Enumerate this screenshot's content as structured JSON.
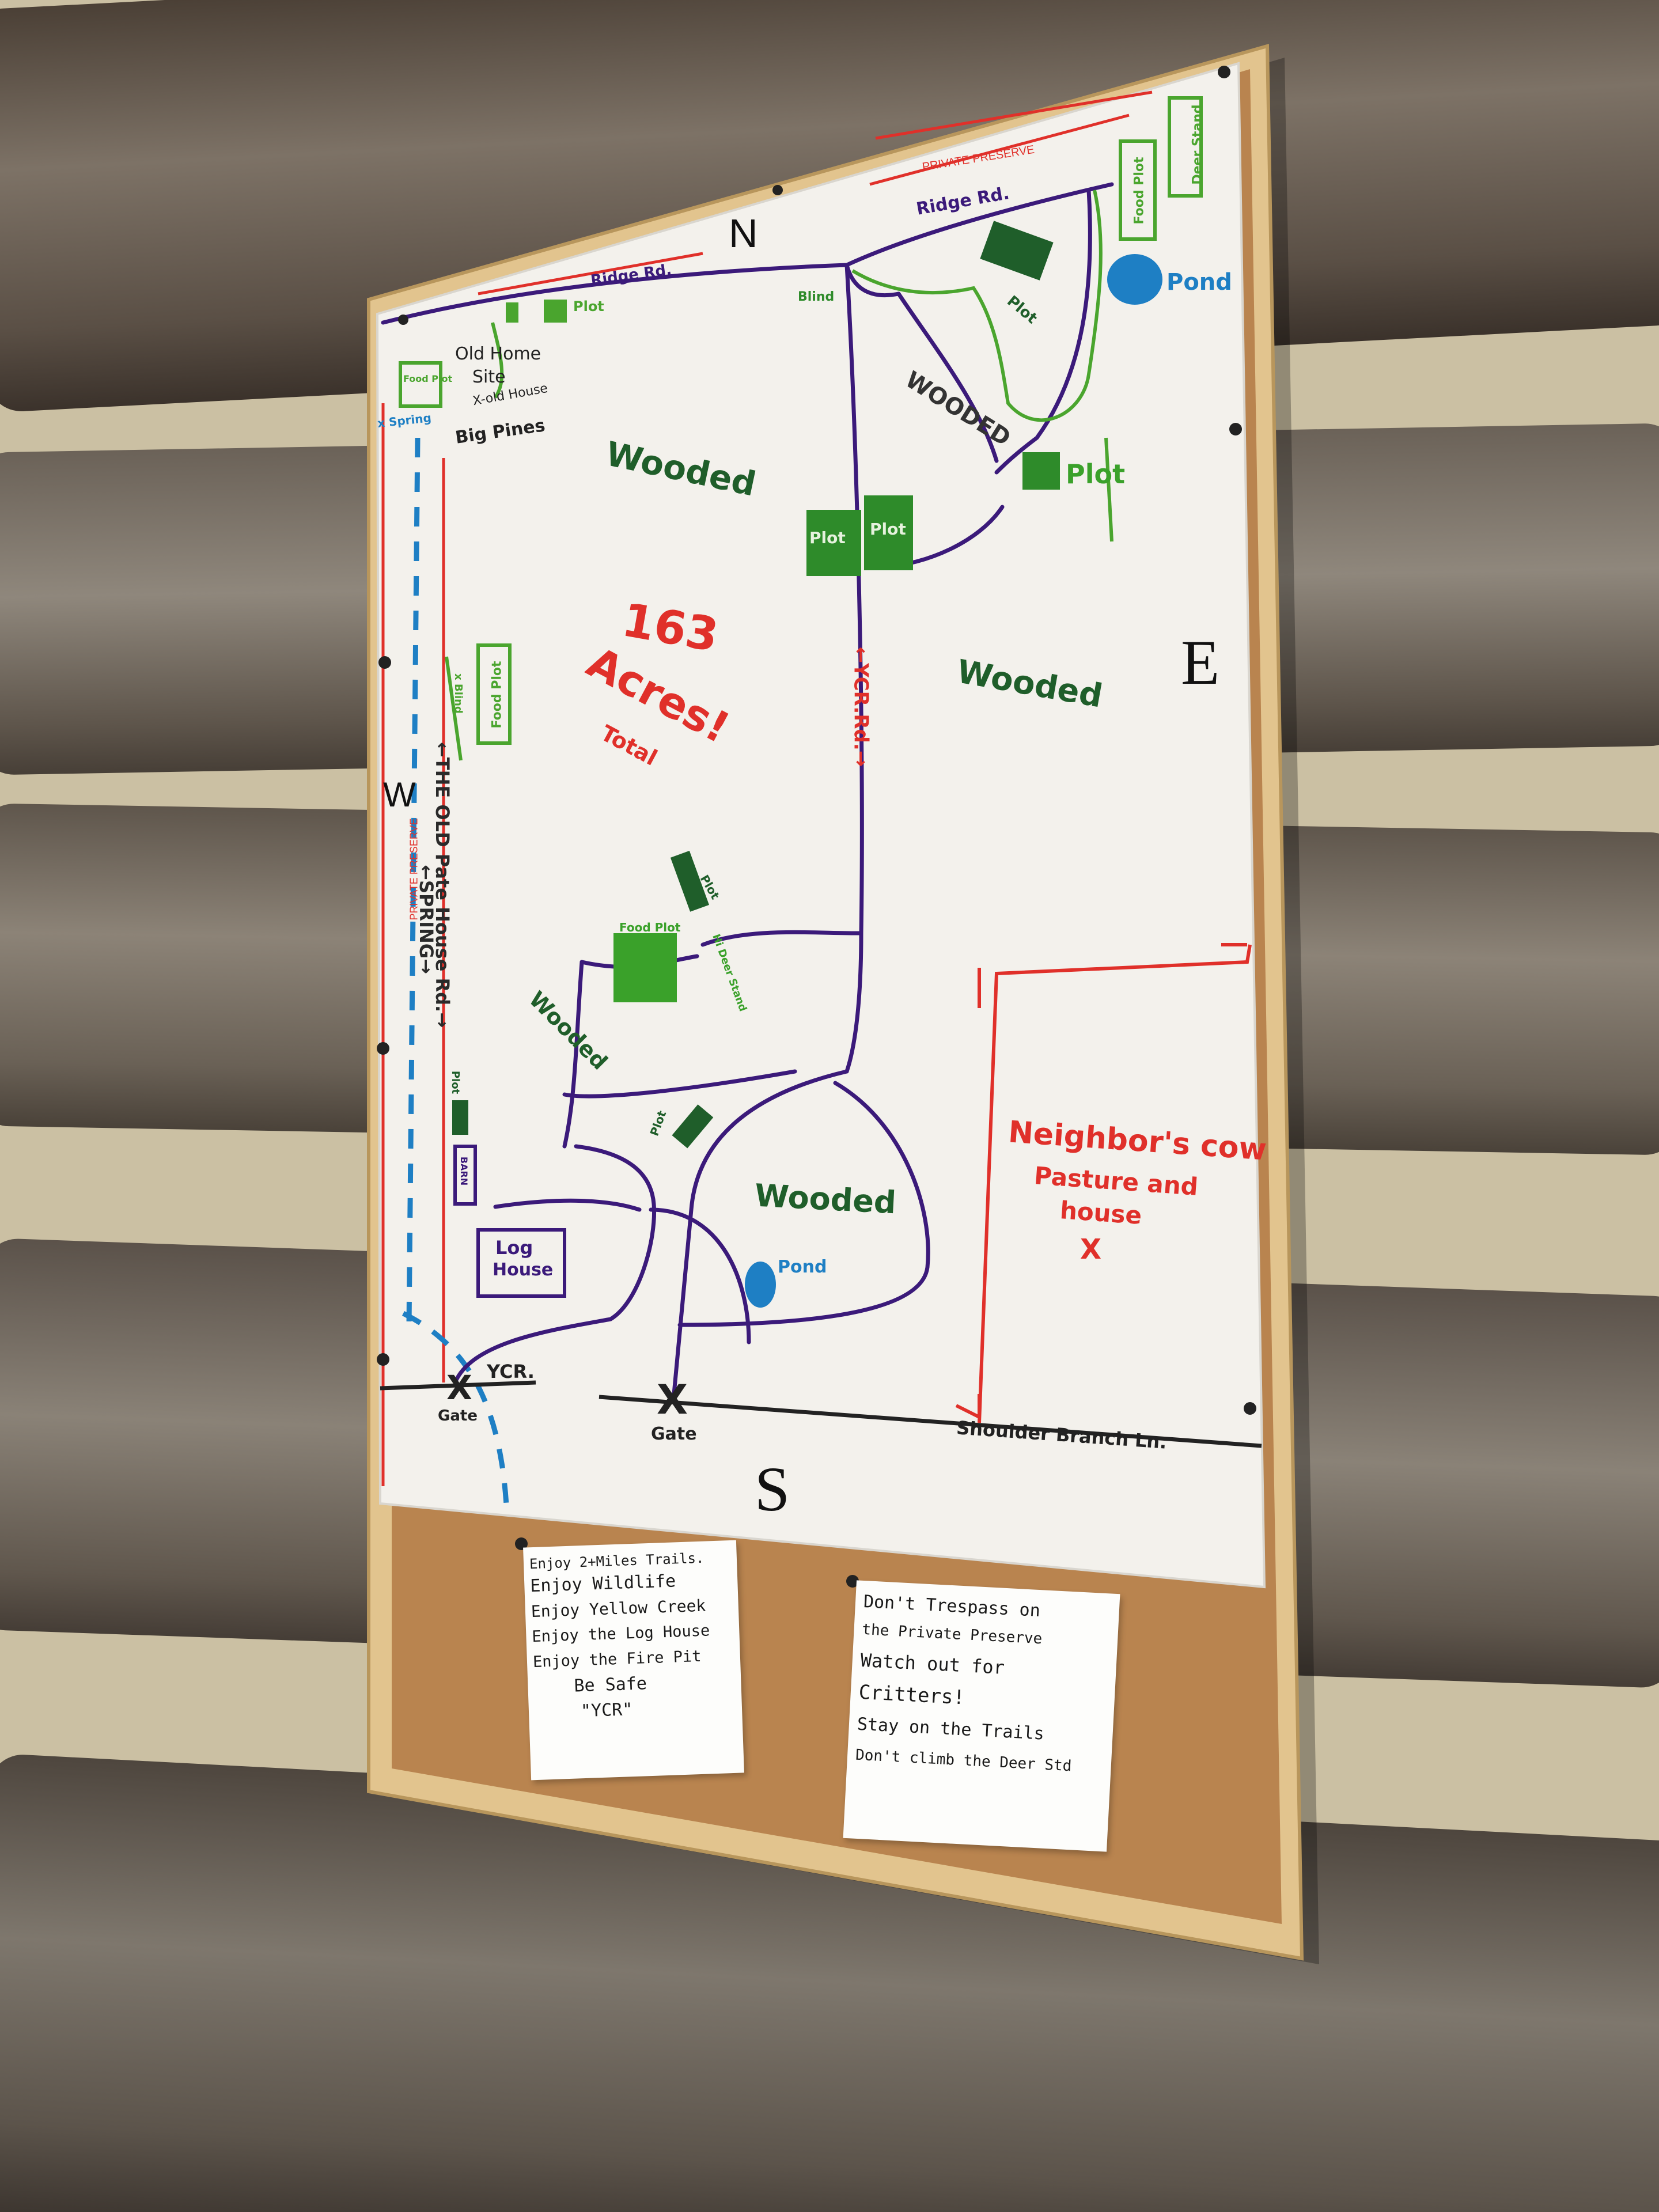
{
  "compass": {
    "north": "N",
    "south": "S",
    "east": "E",
    "west": "W"
  },
  "boundary": {
    "private_preserve": "PRIVATE PRESERVE"
  },
  "roads": {
    "ridge_rd_north": "Ridge Rd.",
    "ridge_rd_west": "Ridge Rd.",
    "ycr_rd": "←YCR.Rd.→",
    "old_pate_house_rd": "←THE OLD Pate House Rd.→",
    "spring_trail": "←SPRING→",
    "shoulder_branch_ln": "Shoulder Branch Ln.",
    "ycr_gate": "YCR."
  },
  "acreage": {
    "number": "163",
    "acres": "Acres!",
    "total": "Total"
  },
  "areas": {
    "wooded_nw": "Wooded",
    "wooded_ne": "WOODED",
    "wooded_e": "Wooded",
    "wooded_sw": "Wooded",
    "wooded_s": "Wooded",
    "old_home_site": "Old Home",
    "old_home_site_2": "Site",
    "old_house": "X-old House",
    "big_pines": "Big Pines",
    "spring": "x Spring",
    "neighbor_line1": "Neighbor's cow",
    "neighbor_line2": "Pasture and",
    "neighbor_line3": "house",
    "neighbor_x": "X"
  },
  "plots": {
    "food_plot_nw": "Food Plot",
    "plot_nw": "Plot",
    "plot_ne": "Plot",
    "plot_center_1": "Plot",
    "plot_center_2": "Plot",
    "plot_east": "Plot",
    "food_plot_ne": "Food Plot",
    "deer_stand_ne": "Deer Stand",
    "food_plot_west": "Food Plot",
    "food_plot_center": "Food Plot",
    "plot_center_s": "Plot",
    "plot_south": "Plot",
    "plot_west_small": "Plot",
    "deer_stand_center": "Hi Deer Stand",
    "blind_north": "Blind",
    "blind_west": "x Blind"
  },
  "structures": {
    "barn": "BARN",
    "log_house_1": "Log",
    "log_house_2": "House",
    "pond_ne": "Pond",
    "pond_s": "Pond",
    "gate_west": "Gate",
    "gate_south": "Gate",
    "gate_x": "X"
  },
  "note_left": [
    "Enjoy 2+Miles Trails.",
    "Enjoy Wildlife",
    "Enjoy Yellow Creek",
    "Enjoy the Log House",
    "Enjoy the Fire Pit",
    "Be Safe",
    "\"YCR\""
  ],
  "note_right": [
    "Don't Trespass on",
    "the Private Preserve",
    "Watch out for",
    "Critters!",
    "Stay on the Trails",
    "Don't climb the Deer Std"
  ],
  "colors": {
    "green": "#2f8f2a",
    "dark_green": "#1f5e2a",
    "purple": "#3b1a7a",
    "red": "#e0302a",
    "blue": "#1e7fc4",
    "cork": "#b9844f",
    "frame": "#e2c48e"
  }
}
